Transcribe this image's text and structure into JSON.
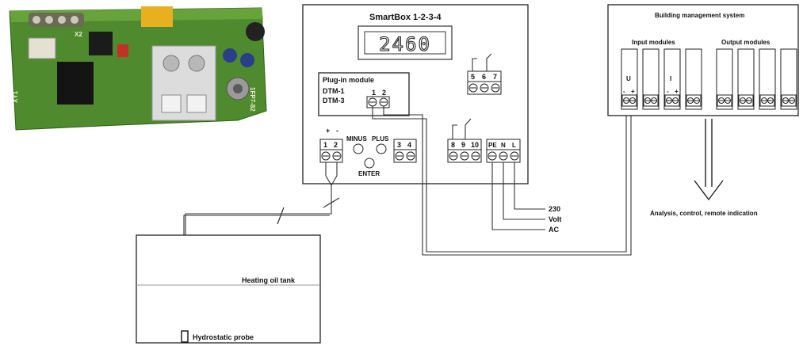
{
  "smartbox": {
    "title": "SmartBox 1-2-3-4",
    "display_value": "2460",
    "buttons": {
      "minus": "MINUS",
      "plus": "PLUS",
      "enter": "ENTER"
    },
    "plugin_module": {
      "title": "Plug-in module",
      "line1": "DTM-1",
      "line2": "DTM-3",
      "pin1": "1",
      "pin2": "2"
    },
    "terminals": {
      "probe_plus": "+",
      "probe_minus": "-",
      "t1": "1",
      "t2": "2",
      "t3": "3",
      "t4": "4",
      "t5": "5",
      "t6": "6",
      "t7": "7",
      "t8": "8",
      "t9": "9",
      "t10": "10",
      "pe": "PE",
      "n": "N",
      "l": "L"
    }
  },
  "power": {
    "line1": "230",
    "line2": "Volt",
    "line3": "AC"
  },
  "bms": {
    "title": "Building management system",
    "input_label": "Input modules",
    "output_label": "Output modules",
    "module_marks": {
      "u": "U",
      "i": "I",
      "minus": "-",
      "plus": "+"
    },
    "arrow_caption": "Analysis, control, remote indication"
  },
  "tank": {
    "label": "Heating oil tank",
    "probe_label": "Hydrostatic probe"
  },
  "pcb": {
    "x2": "X2",
    "xy1": "XY1",
    "part": "1FP7-82"
  }
}
